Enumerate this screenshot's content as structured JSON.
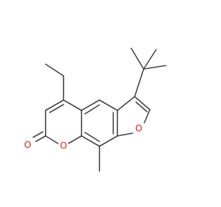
{
  "molecule": {
    "atoms": [
      {
        "id": "O_carbonyl",
        "label": "O",
        "color": "#e02020"
      },
      {
        "id": "O_pyran",
        "label": "O",
        "color": "#e02020"
      },
      {
        "id": "O_furan",
        "label": "O",
        "color": "#e02020"
      }
    ]
  }
}
